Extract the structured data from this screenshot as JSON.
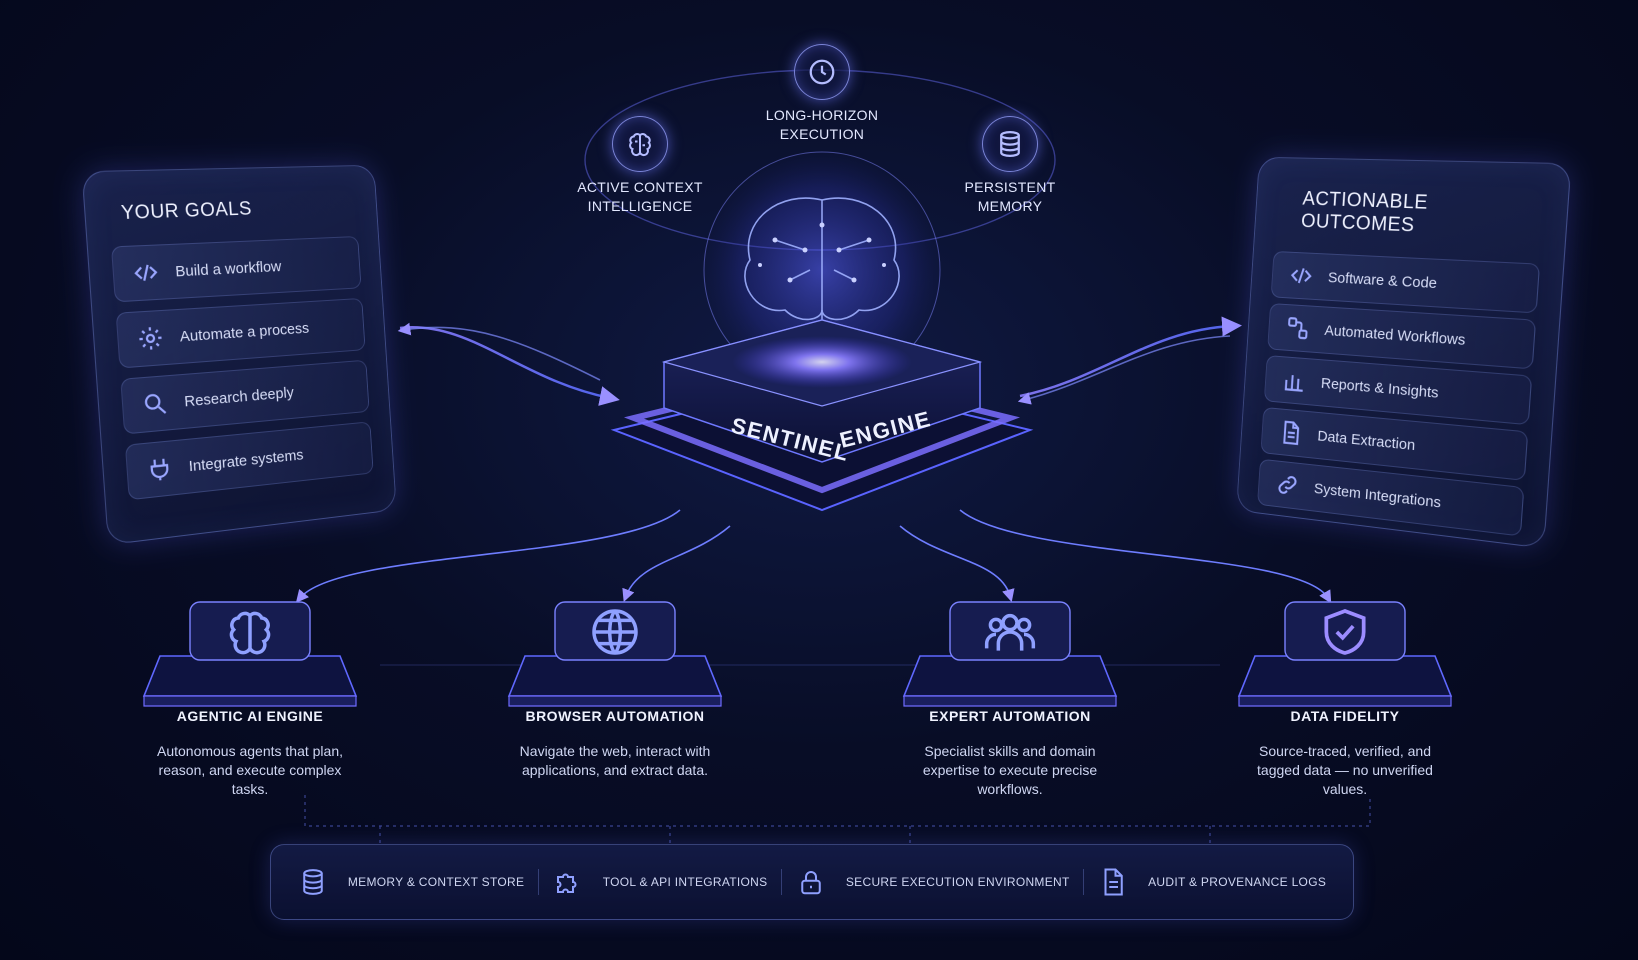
{
  "goals": {
    "title": "YOUR GOALS",
    "items": [
      {
        "label": "Build a workflow",
        "icon": "code-icon"
      },
      {
        "label": "Automate a process",
        "icon": "gear-icon"
      },
      {
        "label": "Research deeply",
        "icon": "search-icon"
      },
      {
        "label": "Integrate systems",
        "icon": "plug-icon"
      }
    ]
  },
  "outcomes": {
    "title": "ACTIONABLE OUTCOMES",
    "items": [
      {
        "label": "Software & Code",
        "icon": "code-icon"
      },
      {
        "label": "Automated Workflows",
        "icon": "workflow-icon"
      },
      {
        "label": "Reports & Insights",
        "icon": "bar-chart-icon"
      },
      {
        "label": "Data Extraction",
        "icon": "document-icon"
      },
      {
        "label": "System Integrations",
        "icon": "link-icon"
      }
    ]
  },
  "capabilities": {
    "long_horizon": {
      "line1": "LONG-HORIZON",
      "line2": "EXECUTION",
      "icon": "clock-icon"
    },
    "active_context": {
      "line1": "ACTIVE CONTEXT",
      "line2": "INTELLIGENCE",
      "icon": "brain-icon"
    },
    "memory": {
      "line1": "PERSISTENT",
      "line2": "MEMORY",
      "icon": "database-icon"
    }
  },
  "engine": {
    "word1": "SENTINEL",
    "word2": "ENGINE"
  },
  "modules": [
    {
      "title": "AGENTIC AI ENGINE",
      "desc": "Autonomous agents that plan, reason, and execute complex tasks.",
      "icon": "brain-icon"
    },
    {
      "title": "BROWSER AUTOMATION",
      "desc": "Navigate the web, interact with applications, and extract data.",
      "icon": "globe-icon"
    },
    {
      "title": "EXPERT AUTOMATION",
      "desc": "Specialist skills and domain expertise to execute precise workflows.",
      "icon": "team-icon"
    },
    {
      "title": "DATA FIDELITY",
      "desc": "Source-traced, verified, and tagged data — no unverified values.",
      "icon": "shield-check-icon"
    }
  ],
  "infrastructure": [
    {
      "label": "MEMORY & CONTEXT STORE",
      "icon": "database-icon"
    },
    {
      "label": "TOOL & API INTEGRATIONS",
      "icon": "puzzle-icon"
    },
    {
      "label": "SECURE EXECUTION ENVIRONMENT",
      "icon": "lock-icon"
    },
    {
      "label": "AUDIT & PROVENANCE LOGS",
      "icon": "document-icon"
    }
  ],
  "colors": {
    "background": "#060a22",
    "accent": "#6f6bff",
    "glow": "#8a7dff",
    "text": "#dfe6ff"
  }
}
